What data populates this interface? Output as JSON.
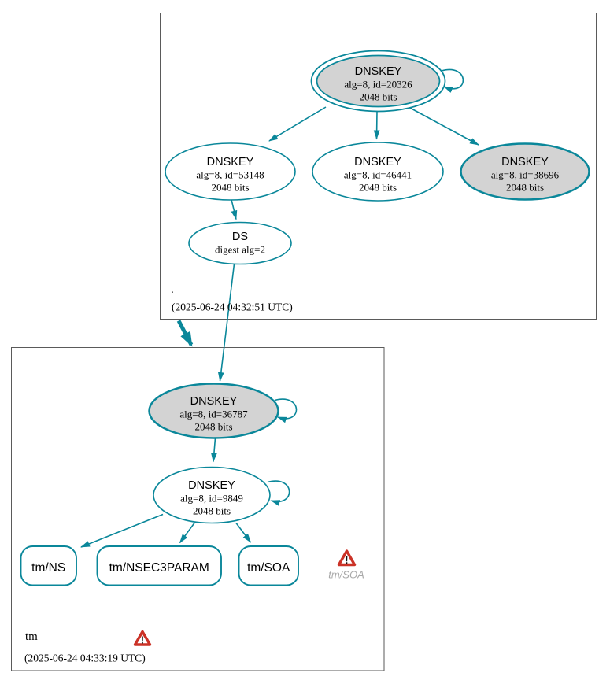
{
  "colors": {
    "edge_teal": "#0a879a",
    "node_fill_gray": "#d3d3d3",
    "node_fill_white": "#ffffff",
    "warning_red": "#cb3227",
    "muted_label_gray": "#a9a9a9",
    "cluster_border_gray": "#5a5a5a"
  },
  "icons": {
    "warning_exclamation": "!"
  },
  "root_cluster": {
    "label": ".",
    "timestamp": "(2025-06-24 04:32:51 UTC)",
    "ksk_20326": {
      "title": "DNSKEY",
      "algid": "alg=8, id=20326",
      "bits": "2048 bits"
    },
    "zsk_53148": {
      "title": "DNSKEY",
      "algid": "alg=8, id=53148",
      "bits": "2048 bits"
    },
    "zsk_46441": {
      "title": "DNSKEY",
      "algid": "alg=8, id=46441",
      "bits": "2048 bits"
    },
    "zsk_38696": {
      "title": "DNSKEY",
      "algid": "alg=8, id=38696",
      "bits": "2048 bits"
    },
    "ds": {
      "title": "DS",
      "digest": "digest alg=2"
    }
  },
  "tm_cluster": {
    "label": "tm",
    "timestamp": "(2025-06-24 04:33:19 UTC)",
    "ksk_36787": {
      "title": "DNSKEY",
      "algid": "alg=8, id=36787",
      "bits": "2048 bits"
    },
    "zsk_9849": {
      "title": "DNSKEY",
      "algid": "alg=8, id=9849",
      "bits": "2048 bits"
    },
    "rrsets": {
      "ns": "tm/NS",
      "nsec3param": "tm/NSEC3PARAM",
      "soa": "tm/SOA"
    },
    "warning_rrset_label": "tm/SOA"
  }
}
